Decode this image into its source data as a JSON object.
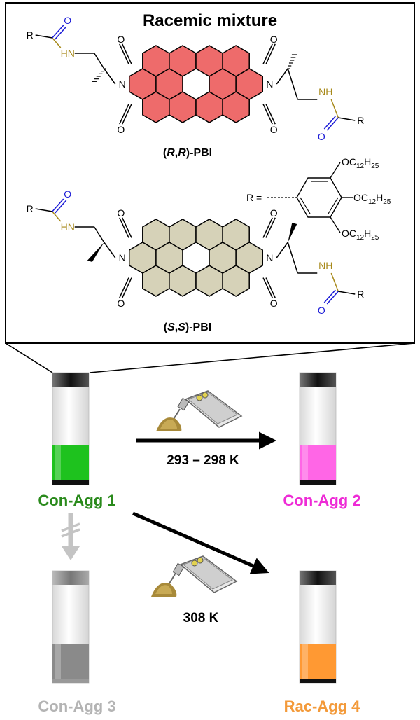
{
  "title": "Racemic mixture",
  "rr_label": {
    "open": "(",
    "a": "R",
    "comma": ",",
    "b": "R",
    "close": ")-PBI"
  },
  "ss_label": {
    "open": "(",
    "a": "S",
    "comma": ",",
    "b": "S",
    "close": ")-PBI"
  },
  "atoms": {
    "O": "O",
    "N": "N",
    "NH": "NH",
    "HN": "HN",
    "R": "R"
  },
  "r_def": {
    "prefix": "R =",
    "substituents": [
      {
        "o": "OC",
        "sub": "12",
        "h": "H",
        "sub2": "25"
      },
      {
        "o": "OC",
        "sub": "12",
        "h": "H",
        "sub2": "25"
      },
      {
        "o": "OC",
        "sub": "12",
        "h": "H",
        "sub2": "25"
      }
    ]
  },
  "vials": [
    {
      "label": "Con-Agg 1",
      "color": "#2a8a1c",
      "fill": "#1ec21e"
    },
    {
      "label": "Con-Agg 2",
      "color": "#ee2bd6",
      "fill": "#ff66e6"
    },
    {
      "label": "Con-Agg 3",
      "color": "#b4b4b4",
      "fill": "#8a8a8a"
    },
    {
      "label": "Rac-Agg 4",
      "color": "#f39a3a",
      "fill": "#ff9933"
    }
  ],
  "temps": {
    "t1": "293 – 298 K",
    "t2": "308 K"
  },
  "colors": {
    "rr_core": "#ee6b6b",
    "ss_core": "#d6d2b8",
    "amide_o": "#1a1ad6",
    "amide_nh": "#a7891a"
  }
}
